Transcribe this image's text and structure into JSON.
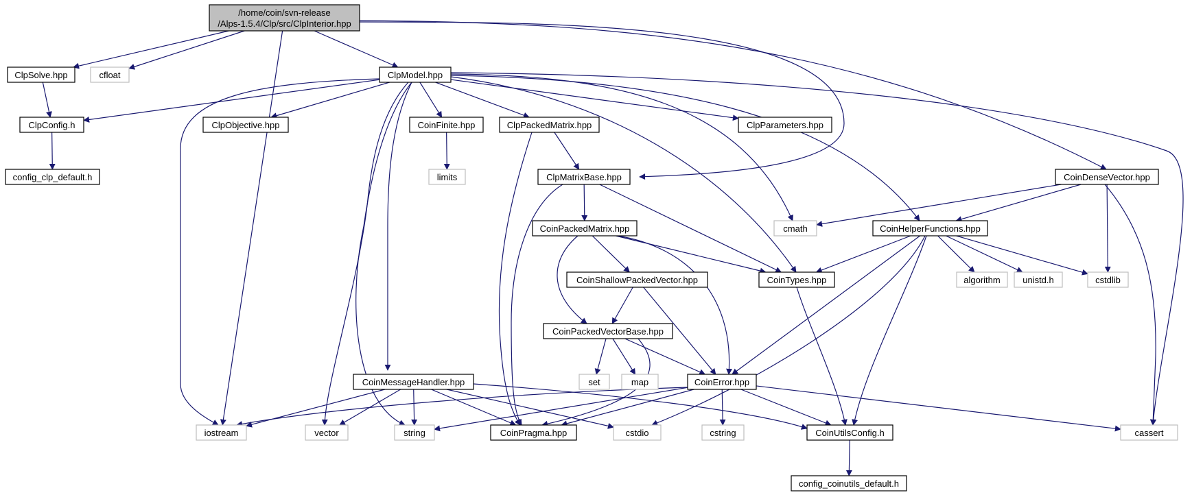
{
  "diagram": {
    "colors": {
      "edge": "#191970",
      "internal_border": "#000000",
      "external_border": "#bfbfbf",
      "root_fill": "#bfbfbf"
    },
    "nodes": {
      "root": {
        "label": [
          "/home/coin/svn-release",
          "/Alps-1.5.4/Clp/src/ClpInterior.hpp"
        ],
        "kind": "root"
      },
      "clpsolve": {
        "label": [
          "ClpSolve.hpp"
        ],
        "kind": "internal"
      },
      "cfloat": {
        "label": [
          "cfloat"
        ],
        "kind": "external"
      },
      "clpmodel": {
        "label": [
          "ClpModel.hpp"
        ],
        "kind": "internal"
      },
      "clpconfig": {
        "label": [
          "ClpConfig.h"
        ],
        "kind": "internal"
      },
      "cfgclp": {
        "label": [
          "config_clp_default.h"
        ],
        "kind": "internal"
      },
      "clpobj": {
        "label": [
          "ClpObjective.hpp"
        ],
        "kind": "internal"
      },
      "coinfinite": {
        "label": [
          "CoinFinite.hpp"
        ],
        "kind": "internal"
      },
      "clppacked": {
        "label": [
          "ClpPackedMatrix.hpp"
        ],
        "kind": "internal"
      },
      "clpparams": {
        "label": [
          "ClpParameters.hpp"
        ],
        "kind": "internal"
      },
      "limits": {
        "label": [
          "limits"
        ],
        "kind": "external"
      },
      "clpmatbase": {
        "label": [
          "ClpMatrixBase.hpp"
        ],
        "kind": "internal"
      },
      "coindense": {
        "label": [
          "CoinDenseVector.hpp"
        ],
        "kind": "internal"
      },
      "coinpacked": {
        "label": [
          "CoinPackedMatrix.hpp"
        ],
        "kind": "internal"
      },
      "cmath": {
        "label": [
          "cmath"
        ],
        "kind": "external"
      },
      "coinhelper": {
        "label": [
          "CoinHelperFunctions.hpp"
        ],
        "kind": "internal"
      },
      "coinshallow": {
        "label": [
          "CoinShallowPackedVector.hpp"
        ],
        "kind": "internal"
      },
      "cointypes": {
        "label": [
          "CoinTypes.hpp"
        ],
        "kind": "internal"
      },
      "algorithm": {
        "label": [
          "algorithm"
        ],
        "kind": "external"
      },
      "unistd": {
        "label": [
          "unistd.h"
        ],
        "kind": "external"
      },
      "cstdlib": {
        "label": [
          "cstdlib"
        ],
        "kind": "external"
      },
      "coinpvb": {
        "label": [
          "CoinPackedVectorBase.hpp"
        ],
        "kind": "internal"
      },
      "set": {
        "label": [
          "set"
        ],
        "kind": "external"
      },
      "map": {
        "label": [
          "map"
        ],
        "kind": "external"
      },
      "coinmsg": {
        "label": [
          "CoinMessageHandler.hpp"
        ],
        "kind": "internal"
      },
      "coinerror": {
        "label": [
          "CoinError.hpp"
        ],
        "kind": "internal"
      },
      "iostream": {
        "label": [
          "iostream"
        ],
        "kind": "external"
      },
      "vector": {
        "label": [
          "vector"
        ],
        "kind": "external"
      },
      "string": {
        "label": [
          "string"
        ],
        "kind": "external"
      },
      "coinpragma": {
        "label": [
          "CoinPragma.hpp"
        ],
        "kind": "internal"
      },
      "cstdio": {
        "label": [
          "cstdio"
        ],
        "kind": "external"
      },
      "cstring": {
        "label": [
          "cstring"
        ],
        "kind": "external"
      },
      "coinutilscfg": {
        "label": [
          "CoinUtilsConfig.h"
        ],
        "kind": "internal"
      },
      "cassert": {
        "label": [
          "cassert"
        ],
        "kind": "external"
      },
      "cfgcoin": {
        "label": [
          "config_coinutils_default.h"
        ],
        "kind": "internal"
      }
    },
    "edges": [
      [
        "root",
        "clpsolve"
      ],
      [
        "root",
        "cfloat"
      ],
      [
        "root",
        "clpmodel"
      ],
      [
        "root",
        "iostream"
      ],
      [
        "root",
        "clpmatbase"
      ],
      [
        "root",
        "coindense"
      ],
      [
        "clpsolve",
        "clpconfig"
      ],
      [
        "clpconfig",
        "cfgclp"
      ],
      [
        "clpmodel",
        "clpconfig"
      ],
      [
        "clpmodel",
        "clpobj"
      ],
      [
        "clpmodel",
        "coinfinite"
      ],
      [
        "clpmodel",
        "clppacked"
      ],
      [
        "clpmodel",
        "clpparams"
      ],
      [
        "clpmodel",
        "cmath"
      ],
      [
        "clpmodel",
        "coinhelper"
      ],
      [
        "clpmodel",
        "cointypes"
      ],
      [
        "clpmodel",
        "cassert"
      ],
      [
        "clpmodel",
        "iostream"
      ],
      [
        "clpmodel",
        "vector"
      ],
      [
        "clpmodel",
        "string"
      ],
      [
        "clpmodel",
        "coinmsg"
      ],
      [
        "coinfinite",
        "limits"
      ],
      [
        "clppacked",
        "clpmatbase"
      ],
      [
        "clppacked",
        "coinpragma"
      ],
      [
        "clpmatbase",
        "coinpacked"
      ],
      [
        "clpmatbase",
        "cointypes"
      ],
      [
        "clpmatbase",
        "coinpragma"
      ],
      [
        "coindense",
        "cmath"
      ],
      [
        "coindense",
        "coinhelper"
      ],
      [
        "coindense",
        "cstdlib"
      ],
      [
        "coindense",
        "cassert"
      ],
      [
        "coinpacked",
        "coinshallow"
      ],
      [
        "coinpacked",
        "cointypes"
      ],
      [
        "coinpacked",
        "coinerror"
      ],
      [
        "coinpacked",
        "coinpvb"
      ],
      [
        "coinhelper",
        "cointypes"
      ],
      [
        "coinhelper",
        "algorithm"
      ],
      [
        "coinhelper",
        "unistd"
      ],
      [
        "coinhelper",
        "cstdlib"
      ],
      [
        "coinhelper",
        "coinerror"
      ],
      [
        "coinhelper",
        "cstdio"
      ],
      [
        "coinhelper",
        "coinutilscfg"
      ],
      [
        "coinshallow",
        "coinpvb"
      ],
      [
        "coinshallow",
        "coinerror"
      ],
      [
        "cointypes",
        "coinutilscfg"
      ],
      [
        "coinpvb",
        "set"
      ],
      [
        "coinpvb",
        "map"
      ],
      [
        "coinpvb",
        "coinerror"
      ],
      [
        "coinpvb",
        "coinpragma"
      ],
      [
        "coinmsg",
        "iostream"
      ],
      [
        "coinmsg",
        "vector"
      ],
      [
        "coinmsg",
        "string"
      ],
      [
        "coinmsg",
        "coinpragma"
      ],
      [
        "coinmsg",
        "cstdio"
      ],
      [
        "coinmsg",
        "coinutilscfg"
      ],
      [
        "coinerror",
        "iostream"
      ],
      [
        "coinerror",
        "string"
      ],
      [
        "coinerror",
        "coinpragma"
      ],
      [
        "coinerror",
        "cstring"
      ],
      [
        "coinerror",
        "coinutilscfg"
      ],
      [
        "coinerror",
        "cassert"
      ],
      [
        "coinutilscfg",
        "cfgcoin"
      ]
    ]
  }
}
